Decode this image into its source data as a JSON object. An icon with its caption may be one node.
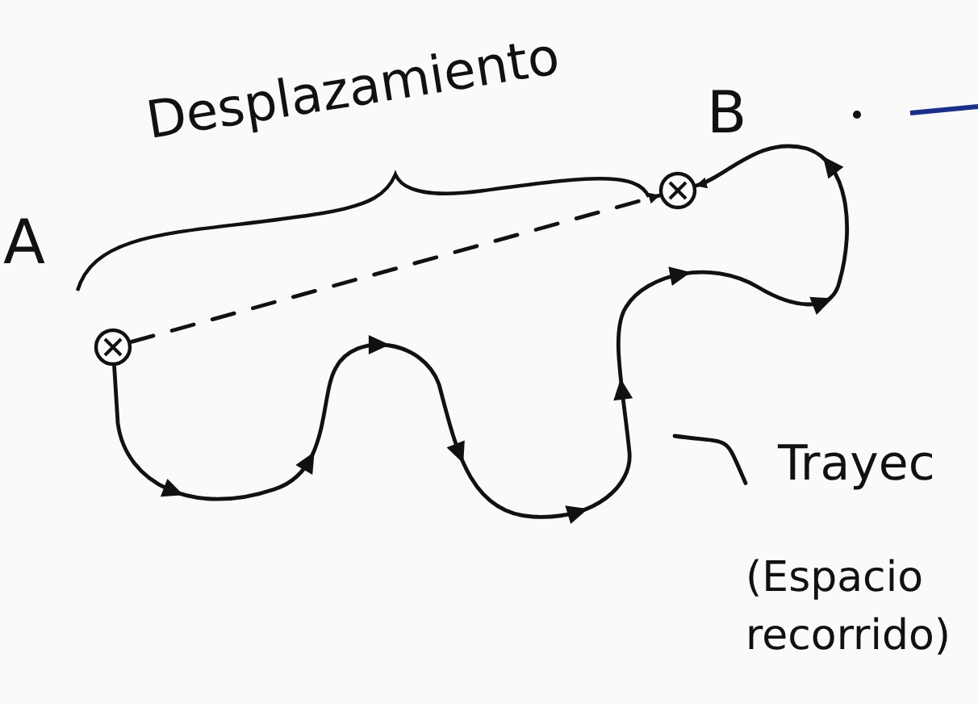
{
  "diagram": {
    "nodes": [
      {
        "text": [],
        "shape": "circle",
        "beside": [
          "A"
        ]
      },
      {
        "text": [],
        "shape": "circle",
        "beside": [
          "B"
        ]
      },
      {
        "text": [
          "Trayec",
          "(Espacio recorrido)"
        ]
      }
    ],
    "edges": [
      {
        "from": 0,
        "to": 1,
        "arrow": "to",
        "style": "dashed"
      },
      {
        "from": 0,
        "to": 1,
        "arrow": "to"
      },
      {
        "from": 2,
        "to": null,
        "arrow": "none"
      }
    ],
    "labels": [
      "Desplazamiento"
    ]
  }
}
